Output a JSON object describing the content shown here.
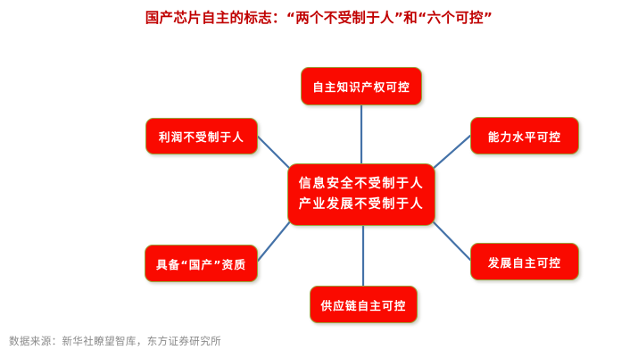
{
  "title": "国产芯片自主的标志：“两个不受制于人”和“六个可控”",
  "colors": {
    "title_red": "#c00000",
    "node_red": "#fa0a00",
    "node_border": "#9aa23c",
    "connector_blue": "#4472a8",
    "node_text": "#ffffff",
    "source_gray": "#8a8a8a",
    "background": "#ffffff"
  },
  "diagram": {
    "type": "hub-and-spoke",
    "center": {
      "id": "center",
      "label": "信息安全不受制于人\n产业发展不受制于人",
      "lines": [
        "信息安全不受制于人",
        "产业发展不受制于人"
      ]
    },
    "nodes": [
      {
        "id": "top",
        "label": "自主知识产权可控",
        "position": "top"
      },
      {
        "id": "right_top",
        "label": "能力水平可控",
        "position": "right-top"
      },
      {
        "id": "right_bot",
        "label": "发展自主可控",
        "position": "right-bottom"
      },
      {
        "id": "bottom",
        "label": "供应链自主可控",
        "position": "bottom"
      },
      {
        "id": "left_bot",
        "label": "具备“国产”资质",
        "position": "left-bottom"
      },
      {
        "id": "left_top",
        "label": "利润不受制于人",
        "position": "left-top"
      }
    ],
    "connector_count": 6
  },
  "source_note": "数据来源：新华社瞭望智库，东方证券研究所"
}
